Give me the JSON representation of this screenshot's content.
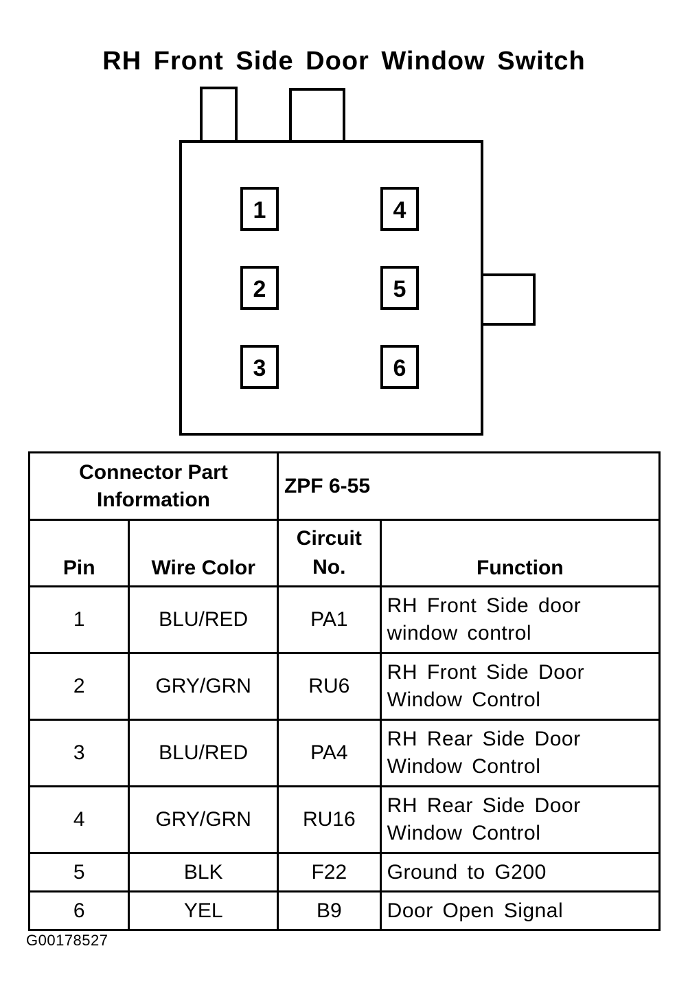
{
  "title": "RH Front Side Door Window Switch",
  "connector": {
    "pins": [
      {
        "label": "1"
      },
      {
        "label": "2"
      },
      {
        "label": "3"
      },
      {
        "label": "4"
      },
      {
        "label": "5"
      },
      {
        "label": "6"
      }
    ]
  },
  "table": {
    "part_info_label": "Connector Part Information",
    "part_info_value": "ZPF 6-55",
    "headers": {
      "pin": "Pin",
      "wire_color": "Wire Color",
      "circuit_line1": "Circuit",
      "circuit_line2": "No.",
      "function": "Function"
    },
    "rows": [
      {
        "pin": "1",
        "wire_color": "BLU/RED",
        "circuit": "PA1",
        "function_line1": "RH Front Side door",
        "function_line2": "window control"
      },
      {
        "pin": "2",
        "wire_color": "GRY/GRN",
        "circuit": "RU6",
        "function_line1": "RH Front Side Door",
        "function_line2": "Window Control"
      },
      {
        "pin": "3",
        "wire_color": "BLU/RED",
        "circuit": "PA4",
        "function_line1": "RH Rear Side Door",
        "function_line2": "Window Control"
      },
      {
        "pin": "4",
        "wire_color": "GRY/GRN",
        "circuit": "RU16",
        "function_line1": "RH Rear Side Door",
        "function_line2": "Window Control"
      },
      {
        "pin": "5",
        "wire_color": "BLK",
        "circuit": "F22",
        "function_line1": "Ground to G200",
        "function_line2": ""
      },
      {
        "pin": "6",
        "wire_color": "YEL",
        "circuit": "B9",
        "function_line1": "Door Open Signal",
        "function_line2": ""
      }
    ]
  },
  "footer_id": "G00178527"
}
